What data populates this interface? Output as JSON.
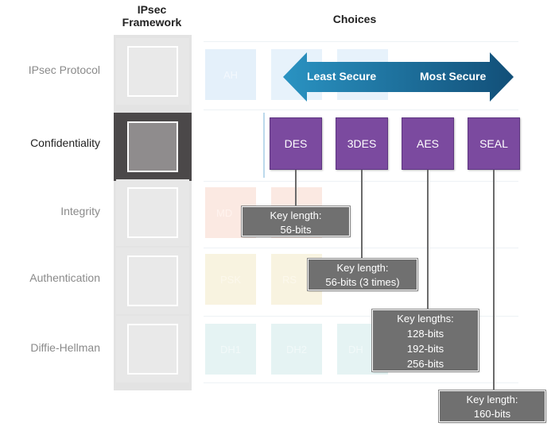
{
  "headers": {
    "framework": "IPsec\nFramework",
    "framework_line1": "IPsec",
    "framework_line2": "Framework",
    "choices": "Choices"
  },
  "rows": {
    "ipsec_protocol": "IPsec Protocol",
    "confidentiality": "Confidentiality",
    "integrity": "Integrity",
    "authentication": "Authentication",
    "diffie_hellman": "Diffie-Hellman"
  },
  "faded_choices": {
    "ah": "AH",
    "md": "MD",
    "psk": "PSK",
    "rs": "RS",
    "dh1": "DH1",
    "dh2": "DH2",
    "dh_partial": "DH"
  },
  "arrow": {
    "left": "Least Secure",
    "right": "Most Secure",
    "color": "#1c6f9a"
  },
  "algorithms": [
    "DES",
    "3DES",
    "AES",
    "SEAL"
  ],
  "algorithm_color": "#7b4a9f",
  "callouts": {
    "des": {
      "line1": "Key length:",
      "line2": "56-bits"
    },
    "tdes": {
      "line1": "Key length:",
      "line2": "56-bits (3 times)"
    },
    "aes": {
      "line1": "Key lengths:",
      "line2": "128-bits",
      "line3": "192-bits",
      "line4": "256-bits"
    },
    "seal": {
      "line1": "Key length:",
      "line2": "160-bits"
    }
  }
}
